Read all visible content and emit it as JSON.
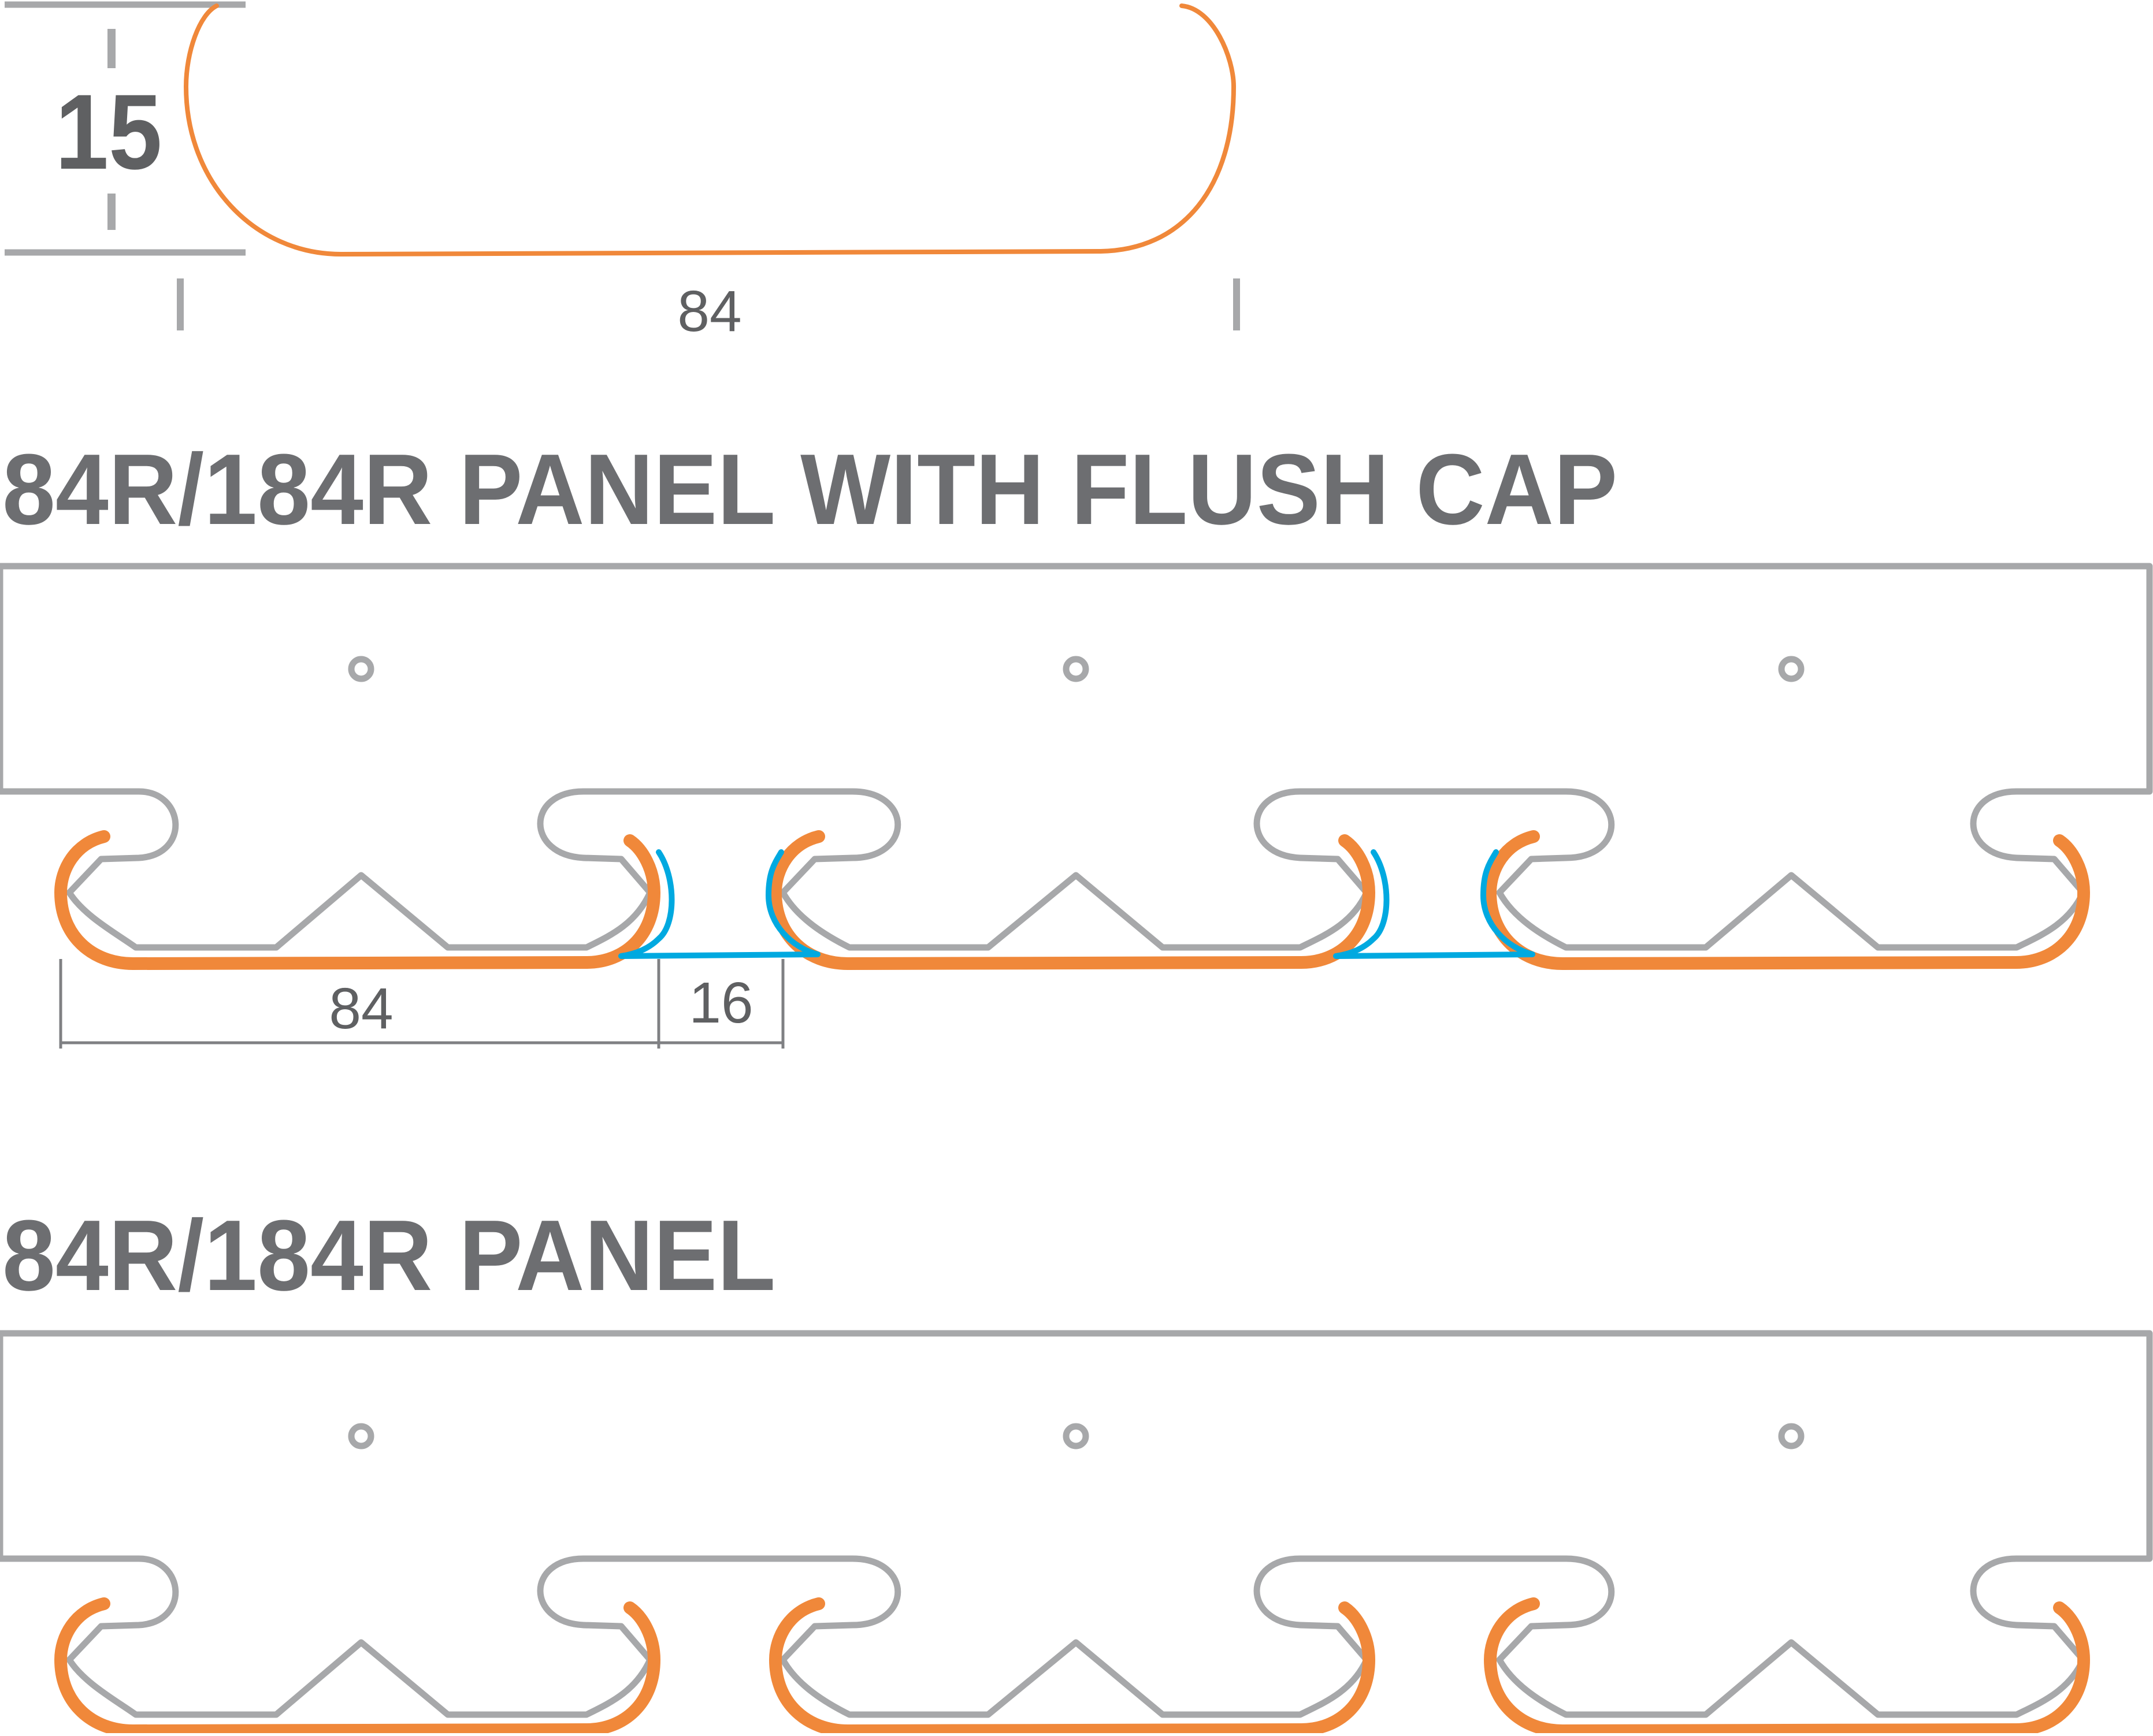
{
  "colors": {
    "panel": "#f0883a",
    "cap": "#00a9e0",
    "carrier": "#a7a8aa",
    "text": "#6d6e71"
  },
  "profile": {
    "height_label": "15",
    "width_label": "84"
  },
  "flush_cap_section": {
    "title": "84R/184R PANEL WITH FLUSH CAP",
    "panel_width_label": "84",
    "gap_label": "16",
    "panel_count": 3,
    "cap_count": 2
  },
  "panel_section": {
    "title": "84R/184R PANEL",
    "panel_count": 3
  }
}
